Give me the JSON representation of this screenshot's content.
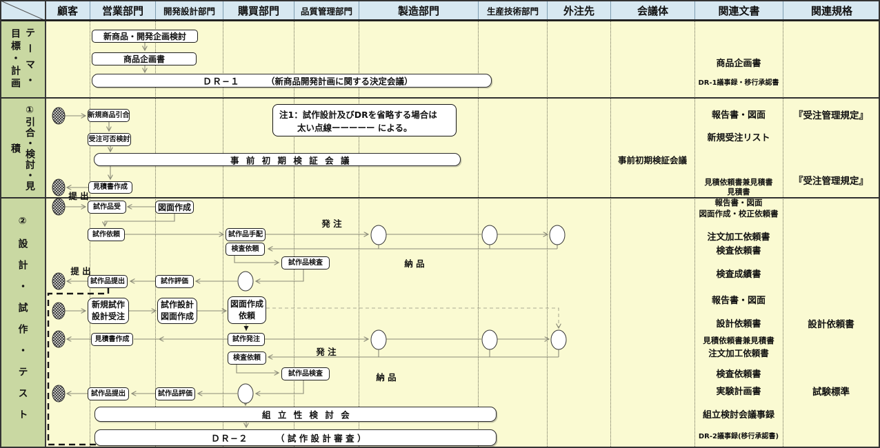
{
  "header": {
    "columns": [
      "顧客",
      "営業部門",
      "開発設計部門",
      "購買部門",
      "品質管理部門",
      "製造部門",
      "生産技術部門",
      "外注先",
      "会議体",
      "関連文書",
      "関連規格"
    ]
  },
  "sections": [
    {
      "label_cols": [
        "テーマ・",
        "目標・計画"
      ]
    },
    {
      "label_cols": [
        "①引合・検討・見",
        "積"
      ]
    },
    {
      "label_cols": [
        "②設計・試作・テスト"
      ]
    }
  ],
  "flow": {
    "s1": {
      "plan_review": "新商品・開発企画検討",
      "product_plan": "商品企画書",
      "dr1_label": "ＤＲ−１",
      "dr1_desc": "（新商品開発計画に関する決定会議）"
    },
    "s2": {
      "inquiry": "新規商品引合",
      "order_review": "受注可否検討",
      "pre_verification": "事 前 初 期 検 証 会 議",
      "quote_create": "見積書作成",
      "submit": "提 出",
      "note1": "注1：試作設計及びDRを省略する場合は",
      "note2": "太い点線ーーーーー による。"
    },
    "s3a": {
      "proto_receive": "試作品受",
      "drawing_create": "図面作成",
      "proto_request": "試作依頼",
      "proto_arrange": "試作品手配",
      "order": "発 注",
      "inspect_request": "検査依頼",
      "proto_inspect": "試作品検査",
      "delivery": "納 品",
      "submit": "提 出",
      "proto_eval": "試作評価",
      "proto_submit": "試作品提出"
    },
    "s3b": {
      "new_order1": "新規試作",
      "new_order2": "設計受注",
      "design1": "試作設計",
      "design2": "図面作成",
      "drawreq1": "図面作成",
      "drawreq2": "依頼",
      "proto_order": "試作発注",
      "quote_create": "見積書作成",
      "order": "発 注",
      "inspect_request": "検査依頼",
      "proto_inspect": "試作品検査",
      "delivery": "納 品",
      "proto_eval": "試作品評価",
      "proto_submit": "試作品提出",
      "assembly": "組 立 性 検 討 会",
      "dr2_label": "ＤＲ−２",
      "dr2_desc": "（ 試 作 設 計 審 査 ）"
    }
  },
  "meetings": [
    "事前初期検証会議"
  ],
  "documents": [
    "商品企画書",
    "DR-1議事録・移行承認書",
    "報告書・図面",
    "新規受注リスト",
    "見積依頼書兼見積書",
    "見積書",
    "報告書・図面",
    "図面作成・校正依頼書",
    "注文加工依頼書",
    "検査依頼書",
    "検査成績書",
    "報告書・図面",
    "設計依頼書",
    "見積依頼書兼見積書",
    "注文加工依頼書",
    "検査依頼書",
    "実験計画書",
    "組立検討会議事録",
    "DR-2議事録(移行承認書)"
  ],
  "standards": [
    "『受注管理規定』",
    "『受注管理規定』",
    "設計依頼書",
    "試験標準"
  ],
  "colors": {
    "header_bg": "#d7e8f1",
    "phase_bg": "#c9d8a2",
    "body_bg": "#fafad2",
    "line": "#8a8a78"
  }
}
